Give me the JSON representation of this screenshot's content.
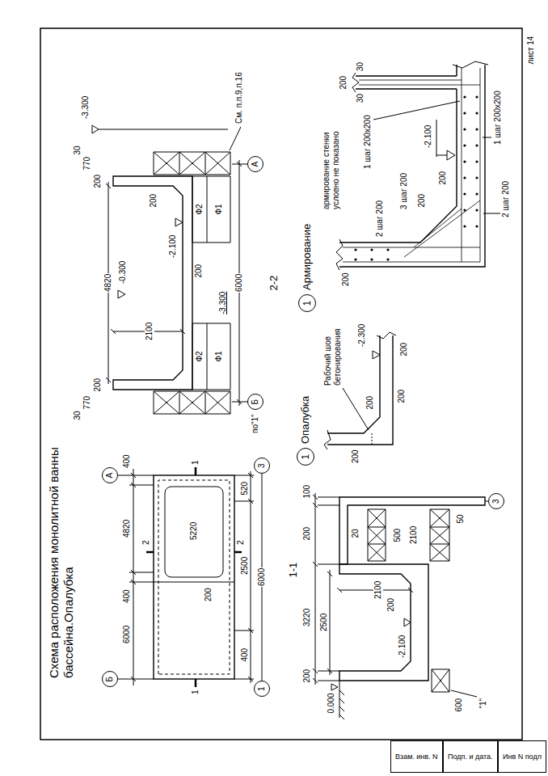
{
  "diagram": {
    "title": "Схема расположения монолитной ванны бассейна.Опалубка",
    "nodes": [
      {
        "text": [
          "Б"
        ]
      },
      {
        "text": [
          "А"
        ]
      },
      {
        "text": [
          "1"
        ]
      },
      {
        "text": [
          "3"
        ]
      },
      {
        "text": [
          "3"
        ]
      },
      {
        "text": [
          "1",
          "Опалубка"
        ]
      },
      {
        "text": [
          "Б"
        ]
      },
      {
        "text": [
          "А"
        ]
      },
      {
        "text": [
          "1",
          "Армирование"
        ]
      },
      {
        "text": [
          "Взам. инв. N"
        ]
      },
      {
        "text": [
          "Подп. и дата."
        ]
      },
      {
        "text": [
          "Инв N подл"
        ]
      }
    ],
    "labels": [
      "6000",
      "400",
      "4820",
      "400",
      "5220",
      "200",
      "400",
      "2500",
      "520",
      "6000",
      "1",
      "1",
      "2",
      "2",
      "1-1",
      "200",
      "3220",
      "200",
      "100",
      "2500",
      "20",
      "2100",
      "200",
      "-2.100",
      "500",
      "2100",
      "50",
      "600",
      "\"1\"",
      "0.000",
      "200",
      "200",
      "200",
      "Рабочий шов бетонирования",
      "-2.300",
      "200",
      "30",
      "770",
      "200",
      "4820",
      "200",
      "770",
      "30",
      "-0.300",
      "2100",
      "-2.100",
      "200",
      "Ф2",
      "Ф1",
      "200",
      "-3.300",
      "Ф2",
      "Ф1",
      "-3.300",
      "См. п.п.9,п.16",
      "6000",
      "по\"1\"",
      "2-2",
      "армирование стенки условно не показано",
      "200",
      "2 шаг 200",
      "3 шаг 200",
      "200",
      "200",
      "-2.100",
      "1 шаг 200х200",
      "1 шаг 200х200",
      "2 шаг 200",
      "200",
      "30",
      "30",
      "лист 14"
    ]
  }
}
